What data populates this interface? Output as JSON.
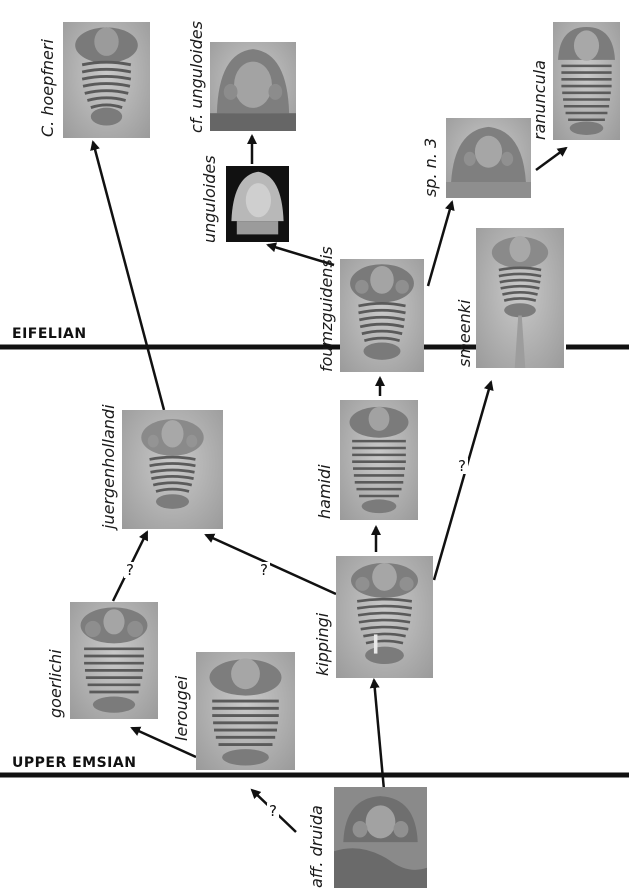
{
  "boundaries": {
    "eifelian": "EIFELIAN",
    "upper_emsian": "UPPER EMSIAN"
  },
  "species": {
    "hoepfneri": "C. hoepfneri",
    "cf_unguloides": "cf. unguloides",
    "unguloides": "unguloides",
    "ranuncula": "ranuncula",
    "sp_n_3": "sp. n. 3",
    "foumzguidensis": "foumzguidensis",
    "smeenki": "smeenki",
    "juergenhollandi": "juergenhollandi",
    "hamidi": "hamidi",
    "kippingi": "kippingi",
    "goerlichi": "goerlichi",
    "lerougei": "lerougei",
    "aff_druida": "aff. druida"
  },
  "uncertainty_mark": "?",
  "colors": {
    "line": "#111111",
    "photo_background": "#b4b4b4",
    "specimen": "#6f6f6f"
  }
}
